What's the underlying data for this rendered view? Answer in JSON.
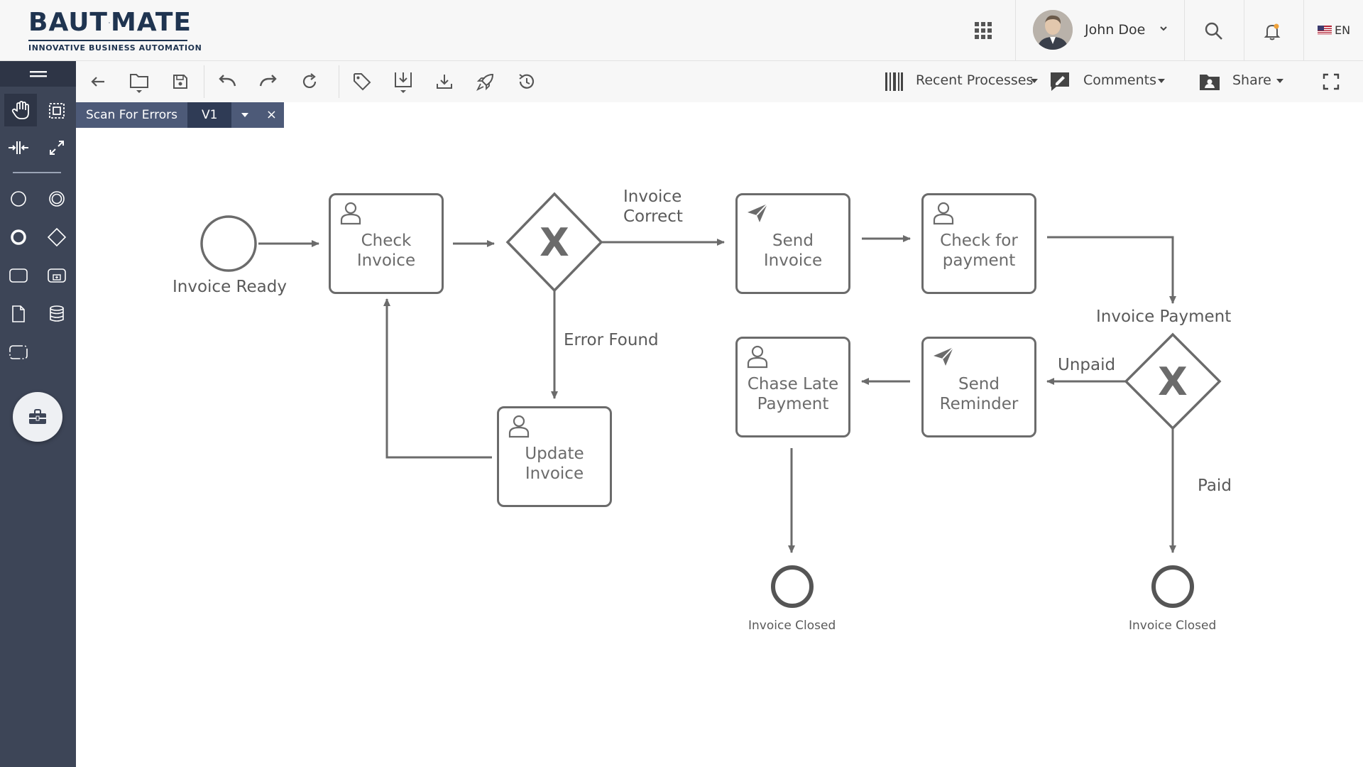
{
  "header": {
    "logo_text_left": "BAUT",
    "logo_text_right": "MATE",
    "logo_tagline": "INNOVATIVE BUSINESS AUTOMATION",
    "user_name": "John Doe",
    "language": "EN",
    "icons": [
      "apps-grid-icon",
      "chevron-down-icon",
      "search-icon",
      "bell-icon",
      "us-flag-icon"
    ]
  },
  "toolbar": {
    "recent_processes": "Recent Processes",
    "comments": "Comments",
    "share": "Share",
    "icons": [
      "back-arrow-icon",
      "folder-icon",
      "save-icon",
      "undo-icon",
      "redo-icon",
      "refresh-icon",
      "tag-icon",
      "import-icon",
      "download-icon",
      "rocket-icon",
      "history-icon",
      "barcode-icon",
      "comment-icon",
      "share-folder-icon",
      "fullscreen-icon"
    ]
  },
  "tab": {
    "name": "Scan For Errors",
    "version": "V1",
    "close": "×"
  },
  "sidebar": {
    "icons": [
      "menu-icon",
      "hand-tool-icon",
      "lasso-select-icon",
      "space-tool-icon",
      "global-connect-icon",
      "start-event-icon",
      "intermediate-event-icon",
      "end-event-icon",
      "gateway-icon",
      "task-icon",
      "subprocess-icon",
      "data-object-icon",
      "data-store-icon",
      "group-icon",
      "toolbox-icon"
    ]
  },
  "diagram": {
    "start_event": "Invoice Ready",
    "tasks": {
      "check_invoice": "Check Invoice",
      "send_invoice": "Send Invoice",
      "check_payment": "Check for payment",
      "update_invoice": "Update Invoice",
      "chase_payment": "Chase Late Payment",
      "send_reminder": "Send Reminder"
    },
    "gateway_mark": "X",
    "labels": {
      "invoice_correct_1": "Invoice",
      "invoice_correct_2": "Correct",
      "error_found": "Error Found",
      "invoice_payment": "Invoice Payment",
      "unpaid": "Unpaid",
      "paid": "Paid"
    },
    "end_events": [
      "Invoice Closed",
      "Invoice Closed"
    ]
  }
}
